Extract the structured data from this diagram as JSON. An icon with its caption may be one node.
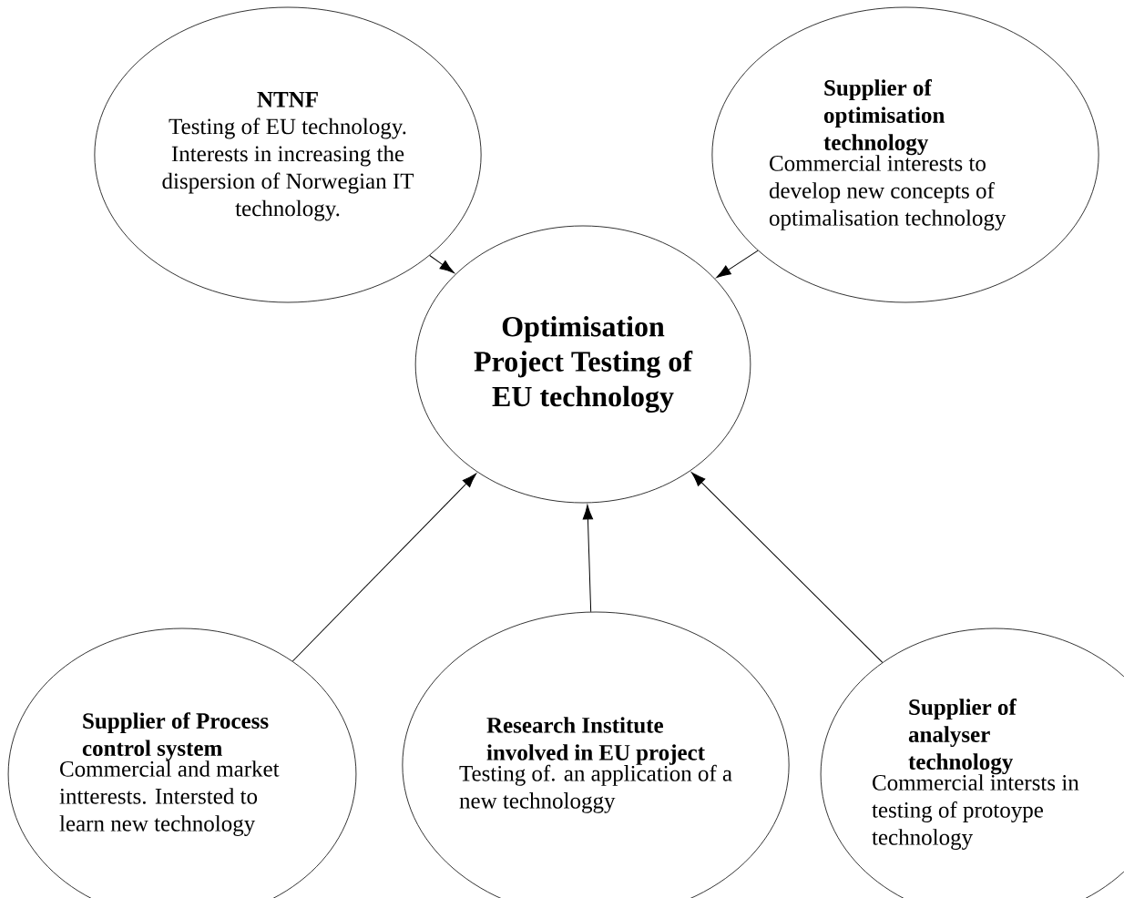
{
  "diagram": {
    "nodes": [
      {
        "text": [
          "NTNF",
          "Testing of EU technology. Interests in increasing the dispersion of Norwegian IT technology."
        ]
      },
      {
        "text": [
          "Supplier of optimisation technology",
          "Commercial interests to develop new concepts of optimalisation technology"
        ]
      },
      {
        "text": [
          "Optimisation Project Testing of EU technology"
        ]
      },
      {
        "text": [
          "Supplier of Process control system",
          "Commercial and market intterests. Intersted to learn new technology"
        ]
      },
      {
        "text": [
          "Research Institute involved in EU project",
          "Testing of. an application of a new technologgy"
        ]
      },
      {
        "text": [
          "Supplier of analyser technology",
          "Commercial intersts in testing of protoype technology"
        ]
      }
    ],
    "edges": [
      {
        "from": 0,
        "to": 2,
        "arrow": "to"
      },
      {
        "from": 1,
        "to": 2,
        "arrow": "to"
      },
      {
        "from": 3,
        "to": 2,
        "arrow": "to"
      },
      {
        "from": 4,
        "to": 2,
        "arrow": "to"
      },
      {
        "from": 5,
        "to": 2,
        "arrow": "to"
      }
    ]
  }
}
